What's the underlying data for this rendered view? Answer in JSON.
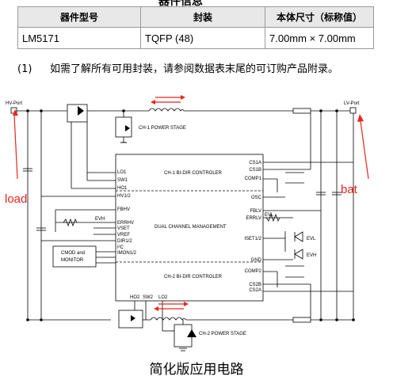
{
  "partial_heading": "器件信息",
  "table": {
    "headers": [
      "器件型号",
      "封装",
      "本体尺寸（标称值）"
    ],
    "row": [
      "LM5171",
      "TQFP (48)",
      "7.00mm × 7.00mm"
    ]
  },
  "note": {
    "number": "(1)",
    "text": "如需了解所有可用封装，请参阅数据表末尾的可订购产品附录。"
  },
  "diagram": {
    "hv_port": "HV-Port",
    "lv_port": "LV-Port",
    "load": "load",
    "bat": "bat",
    "ch1_power_stage": "CH-1 POWER STAGE",
    "ch2_power_stage": "CH-2 POWER STAGE",
    "ch1_controller": "CH-1 BI-DIR CONTROLER",
    "ch2_controller": "CH-2 BI-DIR CONTROLER",
    "dual_mgmt": "DUAL CHANNEL MANAGEMENT",
    "cmod_monitor_1": "CMOD and",
    "cmod_monitor_2": "MONITOR",
    "evh": "EVH",
    "evl": "EVL",
    "pins_left": [
      "LO1",
      "SW1",
      "HO1",
      "HV1/2",
      "FBHV",
      "ERRHV",
      "VSET",
      "VREF",
      "DIR1/2",
      "I²C",
      "IMON1/2"
    ],
    "pins_right": [
      "CS1A",
      "CS1B",
      "COMP1",
      "OSC",
      "FBLV",
      "ERRLV",
      "ISET1/2",
      "GND",
      "COMP2",
      "CS2B",
      "CS2A"
    ],
    "pins_bottom": [
      "HO2",
      "SW2",
      "LO2"
    ],
    "evl_arrow": "EVL",
    "evh_arrow": "EVH"
  },
  "caption": "简化版应用电路",
  "colors": {
    "accent": "#e8261c",
    "header_bg": "#e8e8e8"
  }
}
